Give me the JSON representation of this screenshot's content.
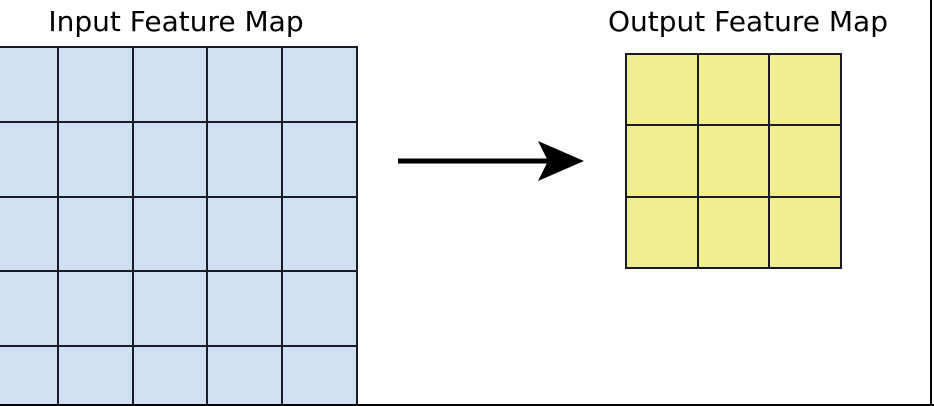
{
  "figure": {
    "type": "diagram",
    "subject": "convolution-feature-map-transformation",
    "background_color": "#ffffff"
  },
  "input_map": {
    "title": "Input Feature Map",
    "rows": 5,
    "cols": 5,
    "cell_color": "#cfe0f2",
    "line_color": "#1b1b28",
    "cells": [
      [
        "",
        "",
        "",
        "",
        ""
      ],
      [
        "",
        "",
        "",
        "",
        ""
      ],
      [
        "",
        "",
        "",
        "",
        ""
      ],
      [
        "",
        "",
        "",
        "",
        ""
      ],
      [
        "",
        "",
        "",
        "",
        ""
      ]
    ]
  },
  "output_map": {
    "title": "Output Feature Map",
    "rows": 3,
    "cols": 3,
    "cell_color": "#f0ee90",
    "line_color": "#1b1b28",
    "cells": [
      [
        "",
        "",
        ""
      ],
      [
        "",
        "",
        ""
      ],
      [
        "",
        "",
        ""
      ]
    ]
  },
  "arrow": {
    "label": "",
    "direction": "right",
    "color": "#000000"
  }
}
